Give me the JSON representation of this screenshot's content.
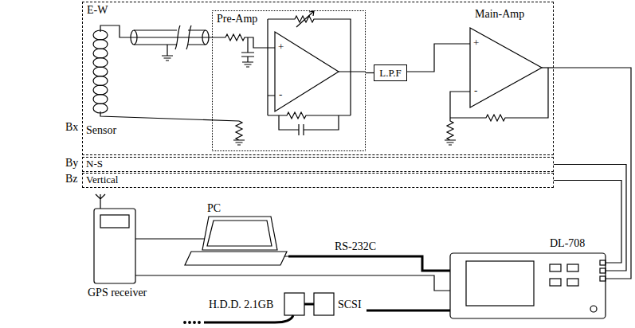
{
  "diagram": {
    "nodes": [
      {
        "text": [
          "E-W"
        ]
      },
      {
        "text": [
          "Pre-Amp"
        ],
        "in": 0
      },
      {
        "text": [
          "L.P.F"
        ],
        "in": 0
      },
      {
        "text": [
          "N-S"
        ]
      },
      {
        "text": [
          "Vertical"
        ]
      },
      {
        "text": [
          "PC"
        ]
      },
      {
        "text": [
          "GPS receiver"
        ]
      },
      {
        "text": [
          "DL-708"
        ]
      },
      {
        "text": [
          "H.D.D. 2.1GB"
        ]
      },
      {
        "text": [
          "SCSI"
        ]
      }
    ],
    "edges": [
      {
        "from": 1,
        "to": 2,
        "arrow": "none"
      },
      {
        "from": 0,
        "to": 7,
        "arrow": "none"
      },
      {
        "from": 3,
        "to": 7,
        "arrow": "none"
      },
      {
        "from": 4,
        "to": 7,
        "arrow": "none"
      },
      {
        "from": 6,
        "to": 5,
        "arrow": "none"
      },
      {
        "from": 5,
        "to": 7,
        "label": "RS-232C",
        "arrow": "none"
      },
      {
        "from": 6,
        "to": 7,
        "arrow": "none"
      },
      {
        "from": 8,
        "to": 9,
        "arrow": "none"
      },
      {
        "from": 9,
        "to": 7,
        "arrow": "none"
      }
    ],
    "labels": [
      "Bx",
      "By",
      "Bz",
      "Sensor",
      "+",
      "-",
      "Main-Amp",
      "+",
      "-"
    ]
  }
}
